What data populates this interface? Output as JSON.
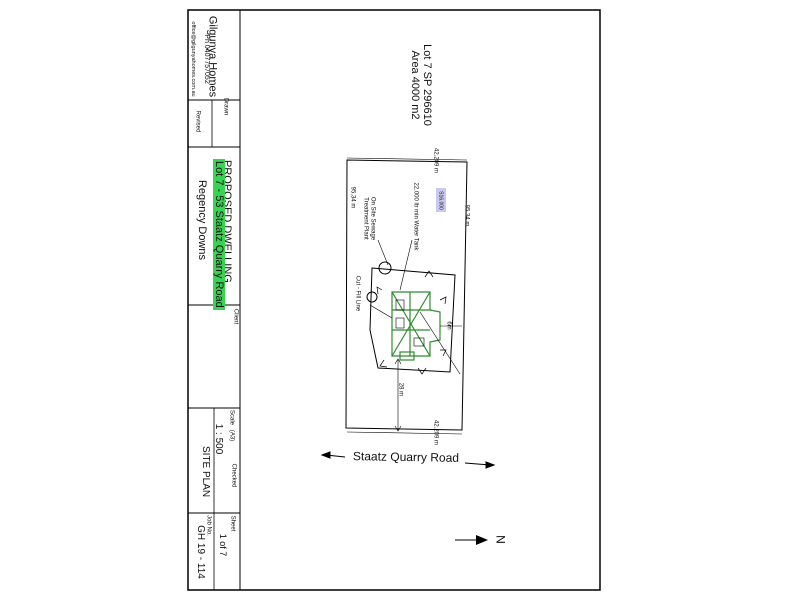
{
  "title_block": {
    "company_name": "Gilgunya Homes",
    "company_phone": "Ph 0407757052",
    "company_email": "office@gilgunyahomes.com.au",
    "drawn_label": "Drawn",
    "revised_label": "Revised",
    "project_title": "PROPOSED DWELLING",
    "project_address": "Lot 7 - 53 Staatz Quarry Road",
    "project_locality": "Regency Downs",
    "client_label": "Client",
    "scale_label": "Scale",
    "scale_paper": "(A3)",
    "scale_value": "1 : 500",
    "checked_label": "Checked",
    "sheet_title": "SITE PLAN",
    "sheet_label": "Sheet",
    "sheet_value": "1 of 7",
    "job_label": "Job No.",
    "job_value": "GH 19 - 114"
  },
  "site": {
    "lot_label": "Lot 7  SP 296610",
    "area_label": "Area 4000 m2",
    "dim_top": "42.209 m",
    "dim_bottom": "42.209 m",
    "dim_left": "95.34 m",
    "dim_right": "95.34 m",
    "setback_front": "28 m",
    "setback_side": "6m",
    "tag_label": "S16.000",
    "water_tank_label": "22,000 ltr min Water Tank",
    "treatment_label": "On Site Sewage Treatment Plant",
    "cut_fill_label": "Cut - Fill Line",
    "road_label": "Staatz Quarry Road",
    "north_label": "N"
  },
  "colors": {
    "highlight": "#39d353",
    "house_outline": "#2e8b2e",
    "tag_fill": "#c9c8f0"
  }
}
